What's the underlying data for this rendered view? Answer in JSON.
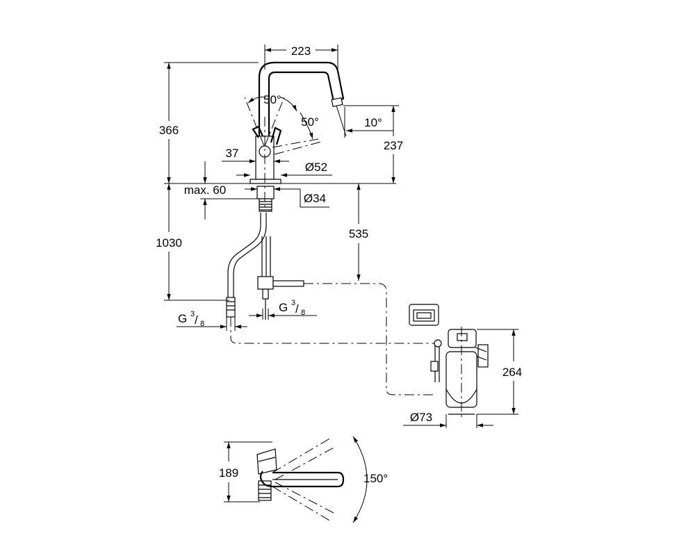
{
  "dimensions": {
    "d223": "223",
    "d366": "366",
    "d50a": "50°",
    "d50b": "50°",
    "d10": "10°",
    "d237": "237",
    "d37": "37",
    "d52": "Ø52",
    "dmax60": "max. 60",
    "d34": "Ø34",
    "d1030": "1030",
    "d535": "535",
    "thread_left_main": "G",
    "thread_left_num": "3",
    "thread_left_den": "8",
    "thread_right_main": "G",
    "thread_right_num": "3",
    "thread_right_den": "8",
    "d264": "264",
    "d73": "Ø73",
    "d189": "189",
    "d150": "150°"
  }
}
